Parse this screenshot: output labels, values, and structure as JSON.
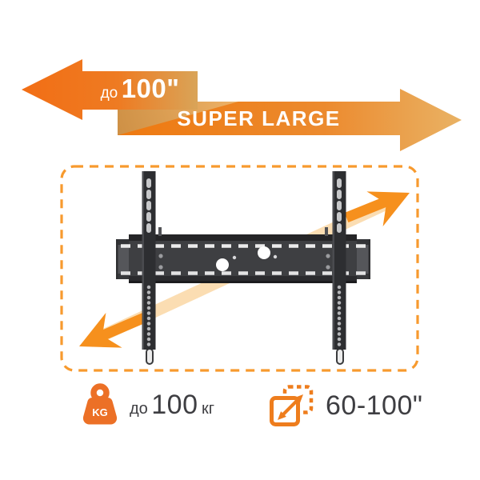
{
  "colors": {
    "accent_orange": "#EE7A14",
    "arrow_gold": "#D9A458",
    "diagonal_arrow_solid": "#F6901D",
    "diagonal_arrow_faded": "#FBDDB2",
    "dashed_border": "#F79A2E",
    "icon_orange": "#EC7026",
    "text_dark": "#3E3E42",
    "bracket_dark": "#3E3F42"
  },
  "banner": {
    "max_size_arrow": {
      "prefix": "до",
      "value": "100\""
    },
    "super_large_arrow": {
      "label": "SUPER LARGE"
    }
  },
  "product": {
    "image": "tv-wall-mount-bracket",
    "annotation": "diagonal-size-arrow"
  },
  "specs": {
    "weight": {
      "icon": "weight-kg-icon",
      "badge": "KG",
      "prefix": "до",
      "value": "100",
      "unit": "кг"
    },
    "size": {
      "icon": "screen-size-icon",
      "value": "60-100\""
    }
  }
}
